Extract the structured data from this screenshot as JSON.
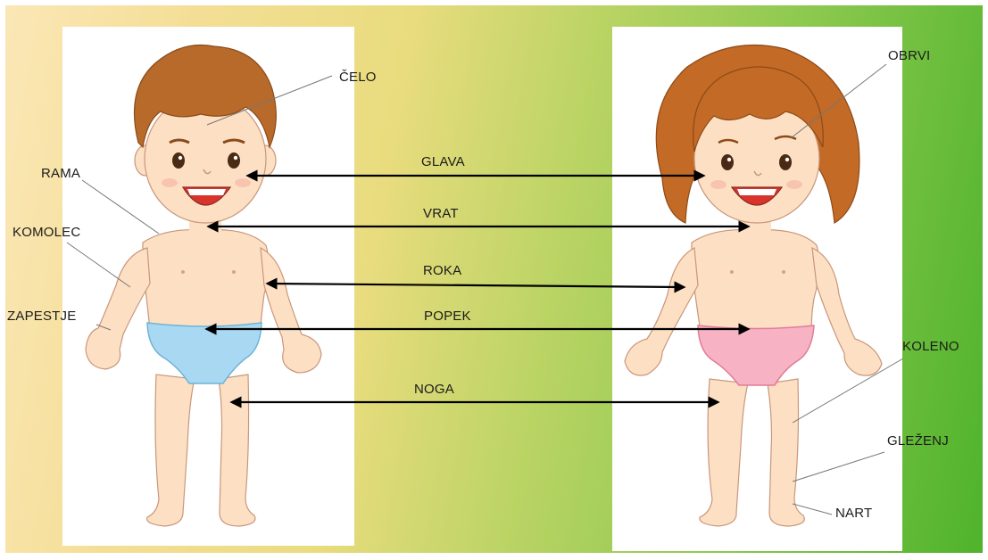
{
  "labels": {
    "celo": "ČELO",
    "obrvi": "OBRVI",
    "rama": "RAMA",
    "komolec": "KOMOLEC",
    "zapestje": "ZAPESTJE",
    "glava": "GLAVA",
    "vrat": "VRAT",
    "roka": "ROKA",
    "popek": "POPEK",
    "noga": "NOGA",
    "koleno": "KOLENO",
    "glezenj": "GLEŽENJ",
    "nart": "NART"
  },
  "colors": {
    "skin": "#fde0c4",
    "boy_hair": "#b86a2a",
    "girl_hair": "#c26a26",
    "boy_underwear": "#a9d9f2",
    "girl_underwear": "#f7b2c4",
    "background_left": "#fbe7b6",
    "background_right": "#4fb32b"
  }
}
